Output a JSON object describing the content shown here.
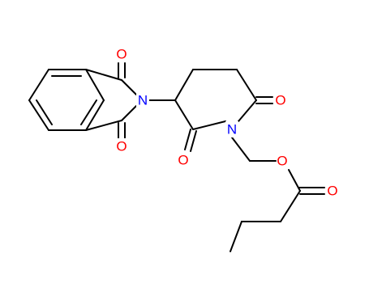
{
  "colors": {
    "background": "#ffffff",
    "bond": "#000000",
    "oxygen": "#ff0000",
    "nitrogen": "#0000ff"
  },
  "atoms": {
    "o_top": "O",
    "o_bottom": "O",
    "n_phthalimide": "N",
    "o_ring_right": "O",
    "o_ring_left": "O",
    "n_ring": "N",
    "o_ester": "O",
    "o_carbonyl": "O"
  }
}
